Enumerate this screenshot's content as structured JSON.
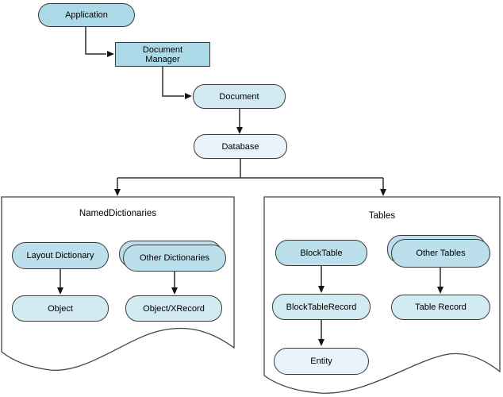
{
  "diagram": {
    "nodes": {
      "application": "Application",
      "document_manager": "Document Manager",
      "document": "Document",
      "database": "Database",
      "layout_dictionary": "Layout Dictionary",
      "other_dictionaries": "Other Dictionaries",
      "object": "Object",
      "object_xrecord": "Object/XRecord",
      "blocktable": "BlockTable",
      "other_tables": "Other Tables",
      "blocktablerecord": "BlockTableRecord",
      "table_record": "Table Record",
      "entity": "Entity"
    },
    "containers": {
      "named_dictionaries": "NamedDictionaries",
      "tables": "Tables"
    },
    "colors": {
      "node_fill_level1": "#abd9e7",
      "node_fill_level2": "#bbdfeb",
      "node_fill_level3": "#d2eaf2",
      "node_fill_level4": "#e8f4f9",
      "stroke": "#3a3a3a",
      "background": "#ffffff"
    }
  }
}
